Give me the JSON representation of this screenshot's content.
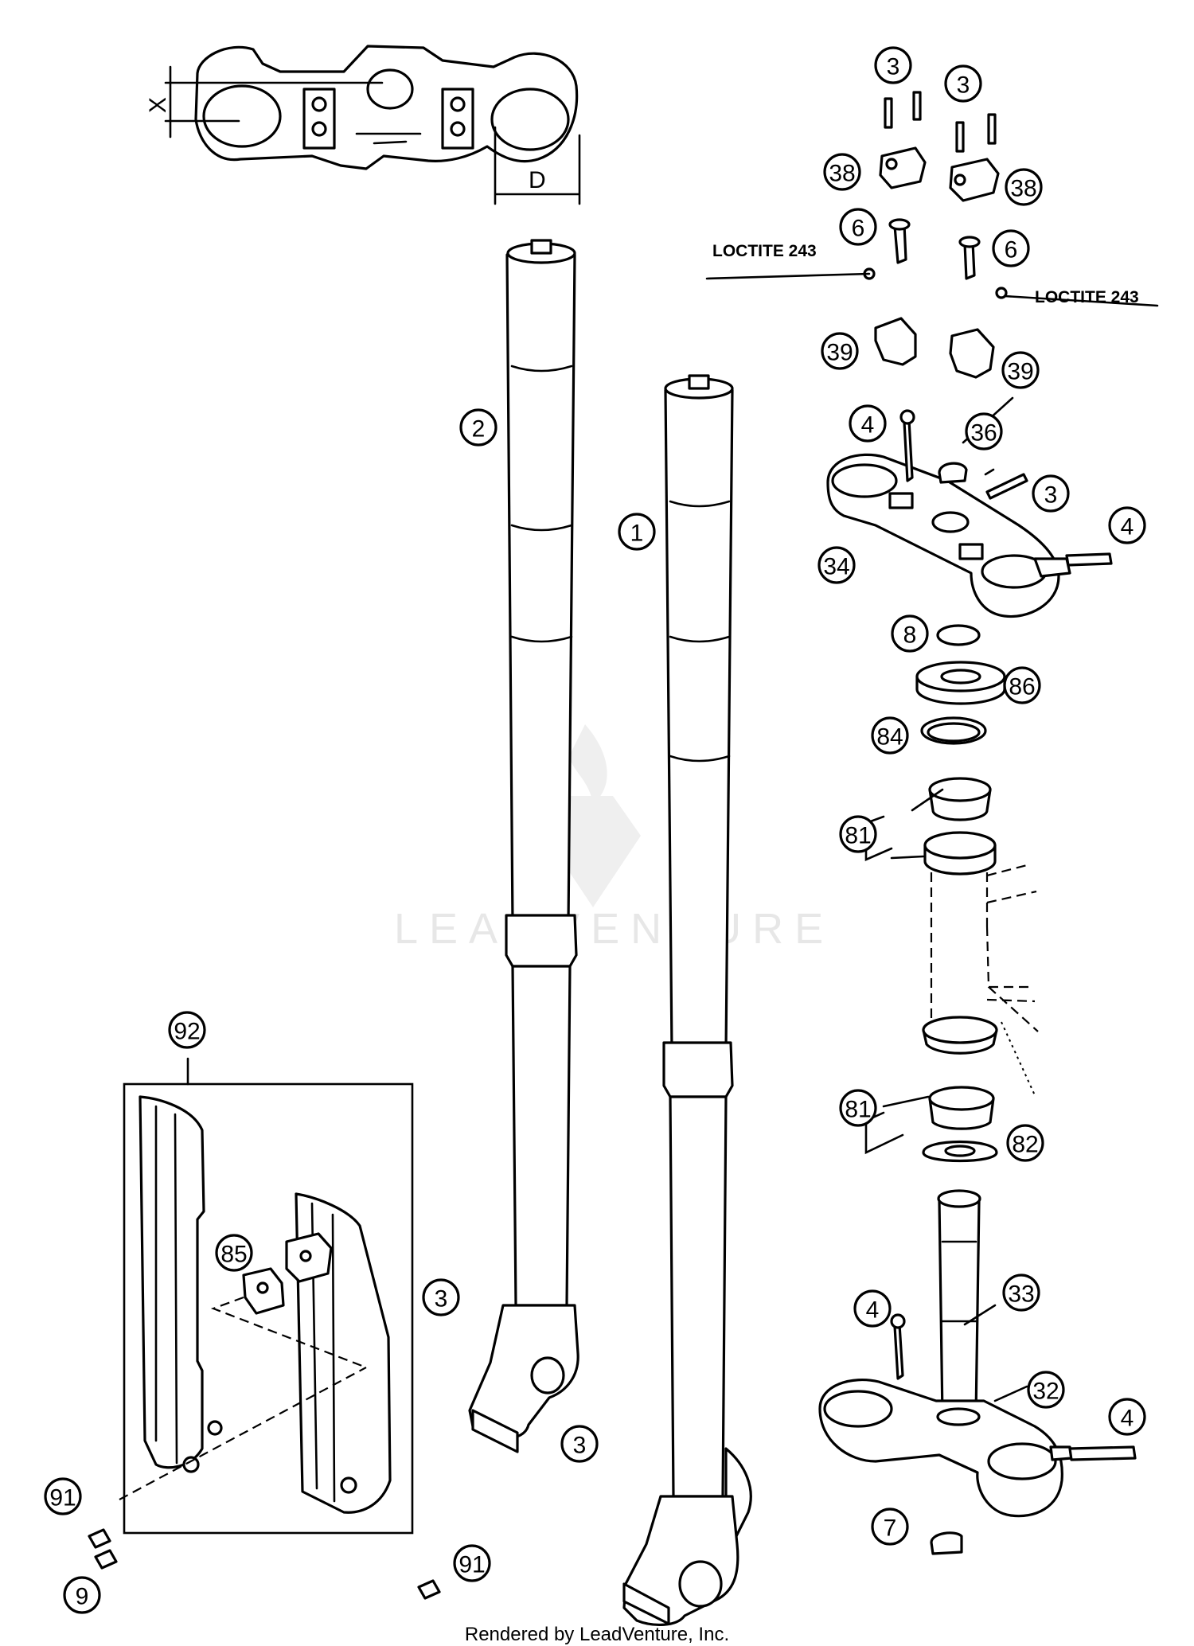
{
  "footer": "Rendered by LeadVenture, Inc.",
  "watermark": "LEADVENTURE",
  "dimension_labels": {
    "x": "X",
    "d": "D"
  },
  "notes": {
    "loctite_left": "LOCTITE 243",
    "loctite_right": "LOCTITE 243"
  },
  "callouts": {
    "c1": "1",
    "c2": "2",
    "c3_top_a": "3",
    "c3_top_b": "3",
    "c3_clamp": "3",
    "c3_fork2": "3",
    "c3_fork1": "3",
    "c4_top_bolt": "4",
    "c4_top_side": "4",
    "c4_bot_bolt": "4",
    "c4_bot_side": "4",
    "c6_left": "6",
    "c6_right": "6",
    "c7": "7",
    "c8": "8",
    "c9": "9",
    "c32": "32",
    "c33": "33",
    "c34": "34",
    "c36": "36",
    "c38_left": "38",
    "c38_right": "38",
    "c39_left": "39",
    "c39_right": "39",
    "c81_top": "81",
    "c81_bot": "81",
    "c82": "82",
    "c84": "84",
    "c85": "85",
    "c86": "86",
    "c91_left": "91",
    "c91_right": "91",
    "c92": "92"
  }
}
